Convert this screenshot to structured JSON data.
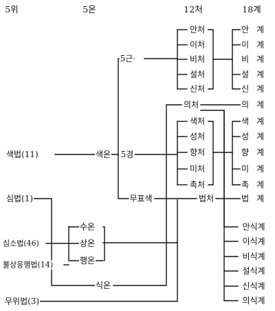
{
  "headers": {
    "dharmas": "5위",
    "aggregates": "5온",
    "bases": "12처",
    "elements": "18계"
  },
  "left": {
    "form": "색법(11)",
    "mind": "심법(1)",
    "mental_factors": "심소법(46)",
    "not_associated": "불상응행법(14)",
    "unconditioned": "무위법(3)"
  },
  "aggregates": {
    "form": "색온",
    "feeling": "수온",
    "perception": "상온",
    "formations": "행온",
    "consciousness": "식온"
  },
  "groups": {
    "five_roots": "5근",
    "five_objects": "5경",
    "non_revealing_form": "무표색"
  },
  "bases": {
    "eye": "안처",
    "ear": "이처",
    "nose": "비처",
    "tongue": "설처",
    "body": "신처",
    "mind": "의처",
    "form": "색처",
    "sound": "성처",
    "smell": "향처",
    "taste": "미처",
    "touch": "촉처",
    "dharma": "법처"
  },
  "elements": {
    "eye": "안계",
    "ear": "이계",
    "nose": "비계",
    "tongue": "설계",
    "body": "신계",
    "mind": "의계",
    "form": "색계",
    "sound": "성계",
    "smell": "향계",
    "taste": "미계",
    "touch": "촉계",
    "dharma": "법계",
    "eye_consciousness": "안식계",
    "ear_consciousness": "이식계",
    "nose_consciousness": "비식계",
    "tongue_consciousness": "설식계",
    "body_consciousness": "신식계",
    "mind_consciousness": "의식계"
  }
}
